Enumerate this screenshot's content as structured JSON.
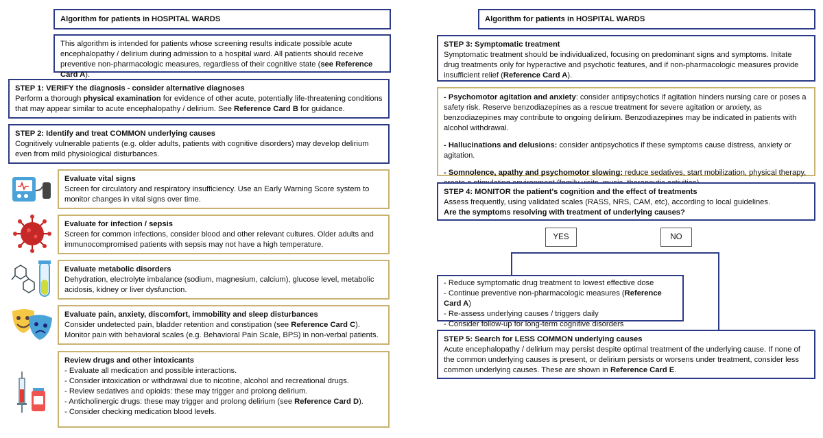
{
  "left": {
    "title": "Algorithm for patients in HOSPITAL WARDS",
    "intro": {
      "pre": "This algorithm is intended for patients whose screening results indicate possible acute encephalopathy / delirium during admission to a hospital ward. All patients should receive preventive non-pharmacologic measures, regardless of their cognitive state (",
      "ref": "see Reference Card A",
      "post": ")."
    },
    "step1": {
      "heading": "STEP 1: VERIFY the diagnosis - consider alternative diagnoses",
      "pre": "Perform a thorough ",
      "bold": "physical examination",
      "mid": " for evidence of other acute, potentially life-threatening conditions that may appear similar to acute encephalopathy / delirium. See ",
      "ref": "Reference Card B",
      "post": " for guidance."
    },
    "step2": {
      "heading": "STEP 2: Identify and treat COMMON underlying causes",
      "text": "Cognitively vulnerable patients (e.g. older adults, patients with cognitive disorders) may develop delirium even from mild physiological disturbances."
    },
    "vitals": {
      "heading": "Evaluate vital signs",
      "text": "Screen for circulatory and respiratory insufficiency. Use an Early Warning Score system to monitor changes in vital signs over time."
    },
    "infection": {
      "heading": "Evaluate for infection / sepsis",
      "text": "Screen for common infections, consider blood and other relevant cultures. Older adults and immunocompromised patients with sepsis may not have a high temperature."
    },
    "metabolic": {
      "heading": "Evaluate metabolic disorders",
      "text": "Dehydration, electrolyte imbalance (sodium, magnesium, calcium), glucose level, metabolic acidosis, kidney or liver dysfunction."
    },
    "pain": {
      "heading": "Evaluate pain, anxiety, discomfort, immobility and sleep disturbances",
      "line1_pre": "Consider undetected pain, bladder retention and constipation (see ",
      "line1_ref": "Reference Card C",
      "line1_post": ").",
      "line2": "Monitor pain with behavioral scales (e.g. Behavioral Pain Scale, BPS) in non-verbal patients."
    },
    "drugs": {
      "heading": "Review drugs and other intoxicants",
      "item1": "- Evaluate all medication and possible interactions.",
      "item2": "- Consider intoxication or withdrawal due to nicotine, alcohol and recreational drugs.",
      "item3": "- Review sedatives and opioids: these may trigger and prolong delirium.",
      "item4_pre": "- Anticholinergic drugs: these may trigger and prolong delirium (see ",
      "item4_ref": "Reference Card D",
      "item4_post": ").",
      "item5": "- Consider checking medication blood levels."
    }
  },
  "right": {
    "title": "Algorithm for patients in HOSPITAL WARDS",
    "step3": {
      "heading": "STEP 3: Symptomatic treatment",
      "pre": "Symptomatic treatment should be individualized, focusing on predominant signs and symptoms. Initate drug treatments only for hyperactive and psychotic features, and if non-pharmacologic measures provide insufficient relief (",
      "ref": "Reference Card A",
      "post": ")."
    },
    "symptoms": {
      "agitation_bold": "- Psychomotor agitation and anxiety",
      "agitation_text": ": consider antipsychotics if agitation hinders nursing care or poses a safety risk. Reserve benzodiazepines as a rescue treatment for severe agitation or anxiety, as benzodiazepines may contribute to ongoing delirium. Benzodiazepines may be indicated in patients with alcohol withdrawal.",
      "halluc_bold": "- Hallucinations and delusions:",
      "halluc_text": " consider antipsychotics if these symptoms cause distress, anxiety or agitation.",
      "somno_bold": "- Somnolence, apathy and psychomotor slowing:",
      "somno_text": " reduce sedatives, start mobilization, physical therapy, create a stimulating environment (family visits, music, therapeutic activities)."
    },
    "step4": {
      "heading": "STEP 4: MONITOR the patient's cognition and the effect of treatments",
      "text": "Assess frequently, using validated scales (RASS, NRS, CAM, etc), according to local guidelines.",
      "question": "Are the symptoms resolving with treatment of underlying causes?"
    },
    "yes_label": "YES",
    "no_label": "NO",
    "yes_box": {
      "item1": "- Reduce symptomatic drug treatment to lowest effective dose",
      "item2_pre": "- Continue preventive non-pharmacologic measures (",
      "item2_ref": "Reference Card A",
      "item2_post": ")",
      "item3": "- Re-assess underlying causes / triggers daily",
      "item4": "- Consider follow-up for long-term cognitive disorders"
    },
    "step5": {
      "heading": "STEP 5: Search for LESS COMMON underlying causes",
      "pre": "Acute encephalopathy / delirium may persist despite optimal treatment of the underlying cause. If none of the common underlying causes is present, or delirium persists or worsens under treatment, consider less common underlying causes. These are shown in ",
      "ref": "Reference Card E",
      "post": "."
    }
  },
  "colors": {
    "navy": "#2b3a86",
    "gold": "#c9b26f"
  },
  "icons": [
    "vital-signs-monitor-icon",
    "virus-icon",
    "lab-test-tube-icon",
    "theater-masks-icon",
    "syringe-and-vial-icon"
  ]
}
